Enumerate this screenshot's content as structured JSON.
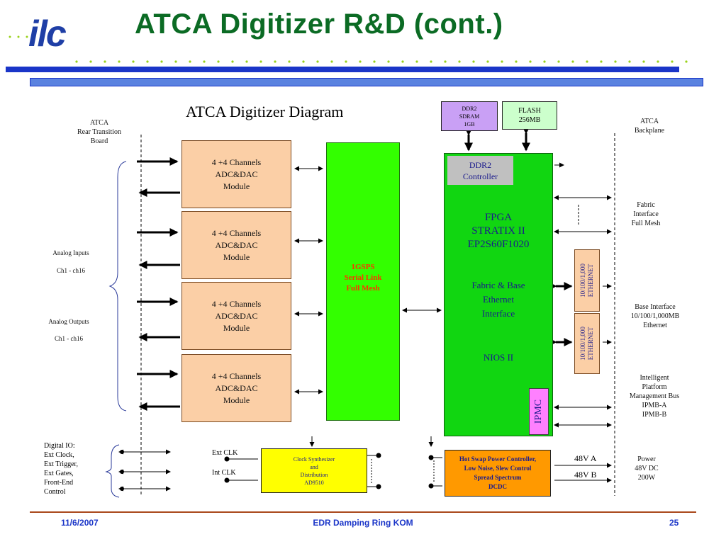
{
  "slide": {
    "title": "ATCA Digitizer R&D (cont.)",
    "logo_text": "ilc"
  },
  "diagram": {
    "title": "ATCA Digitizer Diagram",
    "rear_board": "ATCA\nRear Transition\nBoard",
    "backplane": "ATCA\nBackplane",
    "analog_inputs": "Analog  Inputs",
    "analog_inputs_ch": "Ch1 - ch16",
    "analog_outputs": "Analog  Outputs",
    "analog_outputs_ch": "Ch1 - ch16",
    "adc_modules": [
      "4 +4  Channels\nADC&DAC\nModule",
      "4 +4  Channels\nADC&DAC\nModule",
      "4 +4  Channels\nADC&DAC\nModule",
      "4 +4  Channels\nADC&DAC\nModule"
    ],
    "serial_link": "1GSPS\nSerial Link\nFull Mesh",
    "ddr2_sdram": "DDR2\nSDRAM\n1GB",
    "flash": "FLASH\n256MB",
    "ddr2_controller": "DDR2\nController",
    "fpga_main": "FPGA\nSTRATIX II\nEP2S60F1020",
    "fpga_fabric": "Fabric & Base\nEthernet\nInterface",
    "fpga_nios": "NIOS II",
    "ipmc": "IPMC",
    "ethernet_1": "10/100/1,000\nETHERNET",
    "ethernet_2": "10/100/1,000\nETHERNET",
    "fabric_interface": "Fabric\nInterface\nFull Mesh",
    "base_interface": "Base Interface\n10/100/1,000MB\nEthernet",
    "ipmb": "Intelligent\nPlatform\nManagement Bus\nIPMB-A\nIPMB-B",
    "digital_io": "Digital IO:\nExt Clock,\nExt Trigger,\nExt Gates,\nFront-End\nControl",
    "ext_clk": "Ext CLK",
    "int_clk": "Int CLK",
    "clock_synth": "Clock Synthesizer\nand\nDistribution\nAD9510",
    "hot_swap": "Hot Swap Power Controller,\nLow Noise, Slew Control\nSpread Spectrum\nDCDC",
    "v48a": "48V A",
    "v48b": "48V B",
    "power": "Power\n48V DC\n200W"
  },
  "footer": {
    "date": "11/6/2007",
    "center": "EDR Damping Ring KOM",
    "page": "25"
  },
  "colors": {
    "title_green": "#0b6b24",
    "bar_blue": "#1a35c8",
    "adc_fill": "#fbcfa6",
    "serial_green": "#33ff00",
    "fpga_green": "#11d611",
    "ddr2_purple": "#c9a0f5",
    "flash_green": "#ccffcc",
    "eth_orange": "#fbcfa6",
    "ipmc_pink": "#ff80ff",
    "clock_yellow": "#ffff00",
    "hotswap_orange": "#ff9900"
  }
}
